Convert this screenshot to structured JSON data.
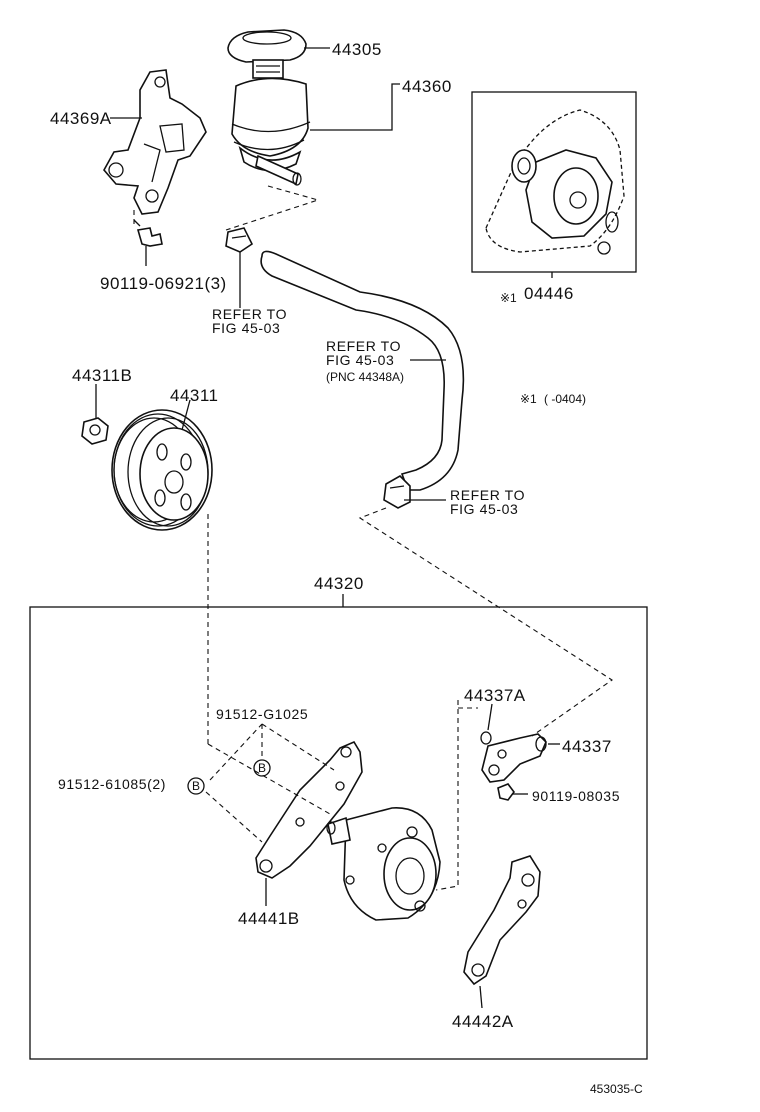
{
  "diagram": {
    "labels": {
      "p44305": "44305",
      "p44360": "44360",
      "p44369A": "44369A",
      "p90119_06921": "90119-06921(3)",
      "refer1_a": "REFER TO",
      "refer1_b": "FIG 45-03",
      "p04446_mark": "※1",
      "p04446": "04446",
      "refer2_a": "REFER TO",
      "refer2_b": "FIG 45-03",
      "refer2_c": "(PNC 44348A)",
      "p44311B": "44311B",
      "p44311": "44311",
      "note1_mark": "※1",
      "note1_text": "(      -0404)",
      "refer3_a": "REFER TO",
      "refer3_b": "FIG 45-03",
      "p44320": "44320",
      "p44337A": "44337A",
      "p91512_G1025": "91512-G1025",
      "p44337": "44337",
      "p91512_61085": "91512-61085(2)",
      "b_marker_1": "B",
      "b_marker_2": "B",
      "p90119_08035": "90119-08035",
      "p44441B": "44441B",
      "p44442A": "44442A",
      "figure_code": "453035-C"
    }
  }
}
